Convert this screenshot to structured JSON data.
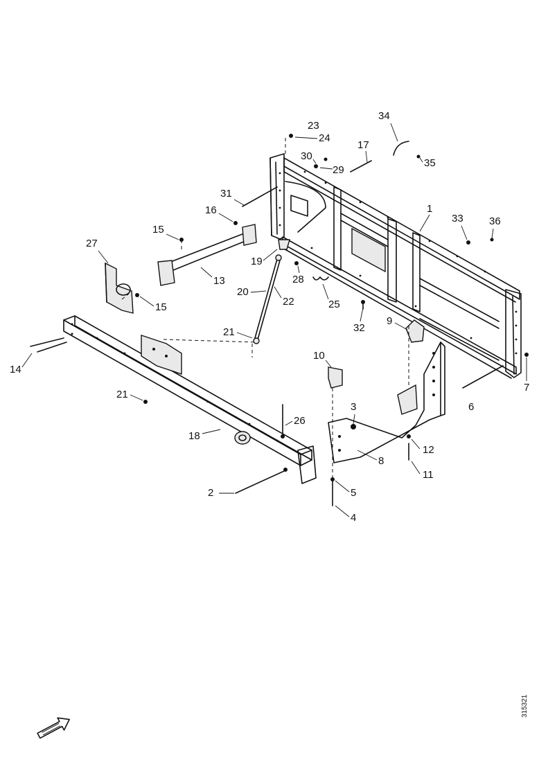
{
  "drawing_number": "315321",
  "callouts": [
    {
      "id": "1",
      "text": "1"
    },
    {
      "id": "2",
      "text": "2"
    },
    {
      "id": "3",
      "text": "3"
    },
    {
      "id": "4",
      "text": "4"
    },
    {
      "id": "5",
      "text": "5"
    },
    {
      "id": "6",
      "text": "6"
    },
    {
      "id": "7",
      "text": "7"
    },
    {
      "id": "8",
      "text": "8"
    },
    {
      "id": "9",
      "text": "9"
    },
    {
      "id": "10",
      "text": "10"
    },
    {
      "id": "11",
      "text": "11"
    },
    {
      "id": "12",
      "text": "12"
    },
    {
      "id": "13",
      "text": "13"
    },
    {
      "id": "14",
      "text": "14"
    },
    {
      "id": "15a",
      "text": "15"
    },
    {
      "id": "15b",
      "text": "15"
    },
    {
      "id": "16",
      "text": "16"
    },
    {
      "id": "17",
      "text": "17"
    },
    {
      "id": "18",
      "text": "18"
    },
    {
      "id": "19",
      "text": "19"
    },
    {
      "id": "20",
      "text": "20"
    },
    {
      "id": "21a",
      "text": "21"
    },
    {
      "id": "21b",
      "text": "21"
    },
    {
      "id": "22",
      "text": "22"
    },
    {
      "id": "23",
      "text": "23"
    },
    {
      "id": "24",
      "text": "24"
    },
    {
      "id": "25",
      "text": "25"
    },
    {
      "id": "26",
      "text": "26"
    },
    {
      "id": "27",
      "text": "27"
    },
    {
      "id": "28",
      "text": "28"
    },
    {
      "id": "29",
      "text": "29"
    },
    {
      "id": "30",
      "text": "30"
    },
    {
      "id": "31",
      "text": "31"
    },
    {
      "id": "32",
      "text": "32"
    },
    {
      "id": "33",
      "text": "33"
    },
    {
      "id": "34",
      "text": "34"
    },
    {
      "id": "35",
      "text": "35"
    },
    {
      "id": "36",
      "text": "36"
    }
  ],
  "icons": {
    "direction_arrow": "direction-arrow-icon"
  }
}
